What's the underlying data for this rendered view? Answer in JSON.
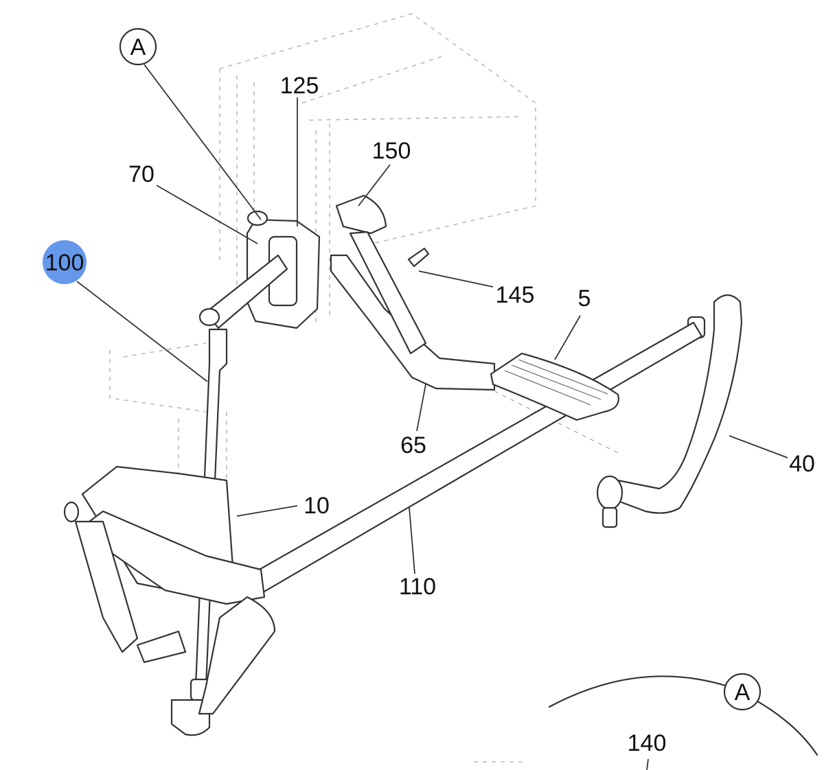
{
  "callouts": {
    "a_top": "A",
    "a_bottom": "A",
    "p125": "125",
    "p150": "150",
    "p70": "70",
    "p100": "100",
    "p145": "145",
    "p5": "5",
    "p65": "65",
    "p40": "40",
    "p10": "10",
    "p110": "110",
    "p140": "140"
  },
  "colors": {
    "highlight": "#4a86e8",
    "ink": "#333333",
    "ghost": "#b9b9b9"
  }
}
